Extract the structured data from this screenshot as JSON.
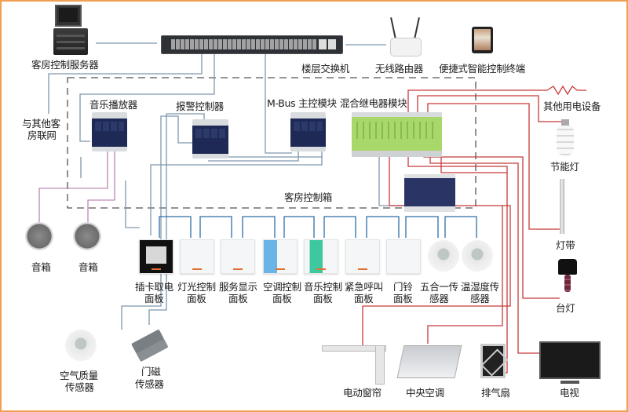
{
  "diagram": {
    "title": "客房控制系统结构图",
    "colors": {
      "frame_border": "#f0a050",
      "network_wire": "#6a8fb0",
      "bus_wire": "#2e6ea8",
      "audio_wire": "#b060a0",
      "power_wire": "#c83a3a",
      "relay_module": "#a8d86a",
      "din_module": "#1e2a55"
    },
    "top_row": {
      "server": "客房控制服务器",
      "switch": "楼层交换机",
      "router": "无线路由器",
      "tablet": "便捷式智能控制终端"
    },
    "side": {
      "other_rooms_line1": "与其他客",
      "other_rooms_line2": "房联网"
    },
    "control_box": {
      "label": "客房控制箱",
      "music_player": "音乐播放器",
      "alarm_controller": "报警控制器",
      "mbus_master": "M-Bus 主控模块",
      "mixed_relay": "混合继电器模块"
    },
    "speakers": [
      "音箱",
      "音箱"
    ],
    "panels": [
      {
        "l1": "插卡取电",
        "l2": "面板"
      },
      {
        "l1": "灯光控制",
        "l2": "面板"
      },
      {
        "l1": "服务显示",
        "l2": "面板"
      },
      {
        "l1": "空调控制",
        "l2": "面板"
      },
      {
        "l1": "音乐控制",
        "l2": "面板"
      },
      {
        "l1": "紧急呼叫",
        "l2": "面板"
      },
      {
        "l1": "门铃",
        "l2": "面板"
      },
      {
        "l1": "五合一传",
        "l2": "感器"
      },
      {
        "l1": "温湿度传",
        "l2": "感器"
      }
    ],
    "sensors_bottom": {
      "air_quality_l1": "空气质量",
      "air_quality_l2": "传感器",
      "door_l1": "门磁",
      "door_l2": "传感器"
    },
    "loads_right": {
      "other": "其他用电设备",
      "bulb": "节能灯",
      "strip": "灯带",
      "lamp": "台灯"
    },
    "loads_bottom": {
      "curtain": "电动窗帘",
      "ac": "中央空调",
      "fan": "排气扇",
      "tv": "电视"
    }
  }
}
